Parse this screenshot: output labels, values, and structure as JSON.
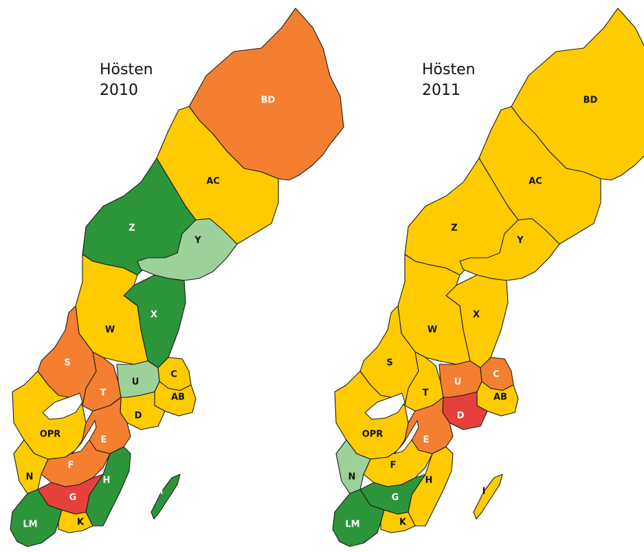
{
  "colors": {
    "yellow": "#FDCB00",
    "orange": "#F47F30",
    "red": "#E5413A",
    "dark_green": "#2C953A",
    "light_green": "#9CD19A",
    "outline": "#1a1a1a"
  },
  "maps": [
    {
      "title_line1": "Hösten",
      "title_line2": "2010",
      "regions": {
        "BD": "orange",
        "AC": "yellow",
        "Z": "dark_green",
        "Y": "light_green",
        "X": "dark_green",
        "W": "yellow",
        "S": "orange",
        "U": "light_green",
        "C": "yellow",
        "AB": "yellow",
        "T": "orange",
        "D": "yellow",
        "OPR": "yellow",
        "E": "orange",
        "F": "orange",
        "N": "yellow",
        "H": "dark_green",
        "G": "red",
        "I": "dark_green",
        "LM": "dark_green",
        "K": "yellow"
      }
    },
    {
      "title_line1": "Hösten",
      "title_line2": "2011",
      "regions": {
        "BD": "yellow",
        "AC": "yellow",
        "Z": "yellow",
        "Y": "yellow",
        "X": "yellow",
        "W": "yellow",
        "S": "yellow",
        "U": "orange",
        "C": "orange",
        "AB": "yellow",
        "T": "yellow",
        "D": "red",
        "OPR": "yellow",
        "E": "orange",
        "F": "yellow",
        "N": "light_green",
        "H": "yellow",
        "G": "dark_green",
        "I": "yellow",
        "LM": "dark_green",
        "K": "yellow"
      }
    }
  ]
}
